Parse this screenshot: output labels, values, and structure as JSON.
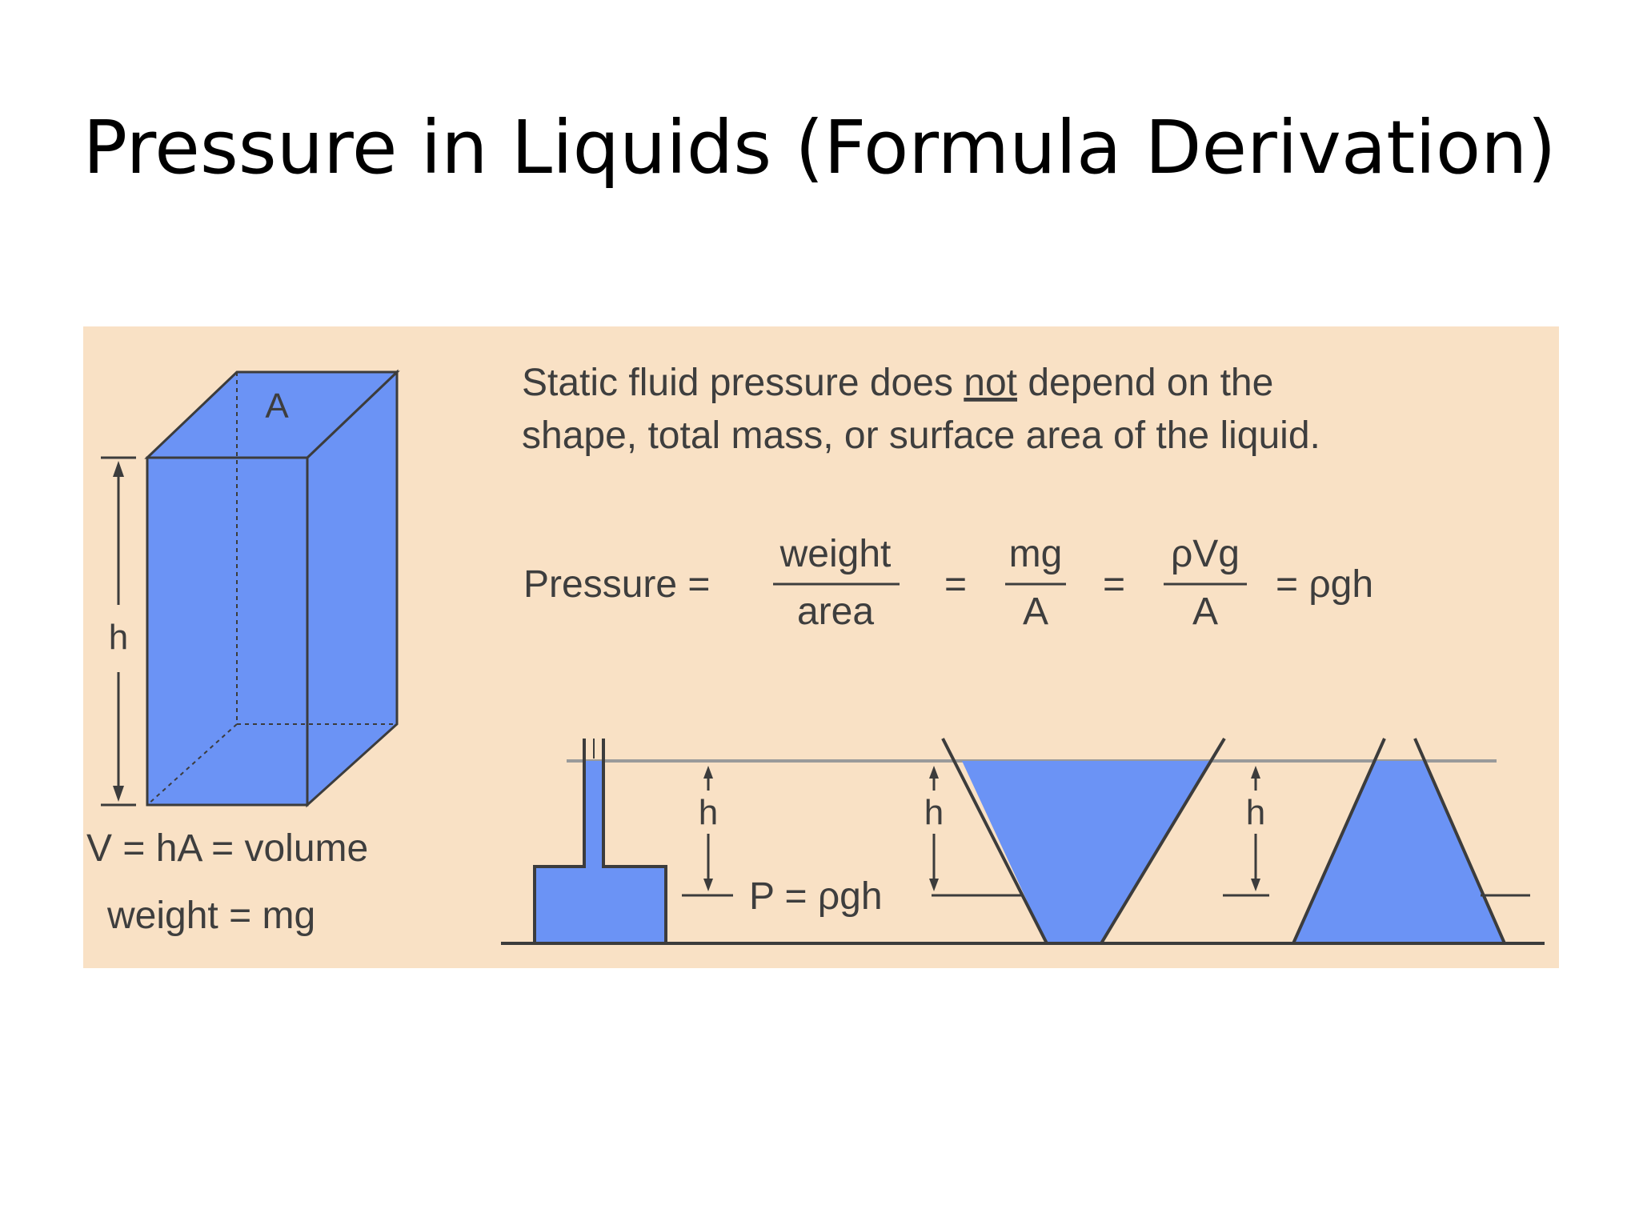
{
  "slide": {
    "title": "Pressure in Liquids (Formula Derivation)"
  },
  "colors": {
    "panel_background": "#f9e1c5",
    "liquid": "#6b93f5",
    "outline": "#3c3c3c",
    "level_line": "#9a9a9a"
  },
  "statement": {
    "line1_before": "Static fluid pressure does ",
    "line1_emphasis": "not",
    "line1_after": " depend on the",
    "line2": "shape, total mass, or surface area of the liquid."
  },
  "formula": {
    "lhs": "Pressure =",
    "frac1_num": "weight",
    "frac1_den": "area",
    "eq1": "=",
    "frac2_num": "mg",
    "frac2_den": "A",
    "eq2": "=",
    "frac3_num": "ρVg",
    "frac3_den": "A",
    "result": "=  ρgh"
  },
  "column": {
    "top_label": "A",
    "height_label": "h",
    "volume_eq": "V = hA = volume",
    "weight_eq": "weight = mg"
  },
  "vessels": {
    "h_label": "h",
    "pressure_eq": "P = ρgh"
  }
}
